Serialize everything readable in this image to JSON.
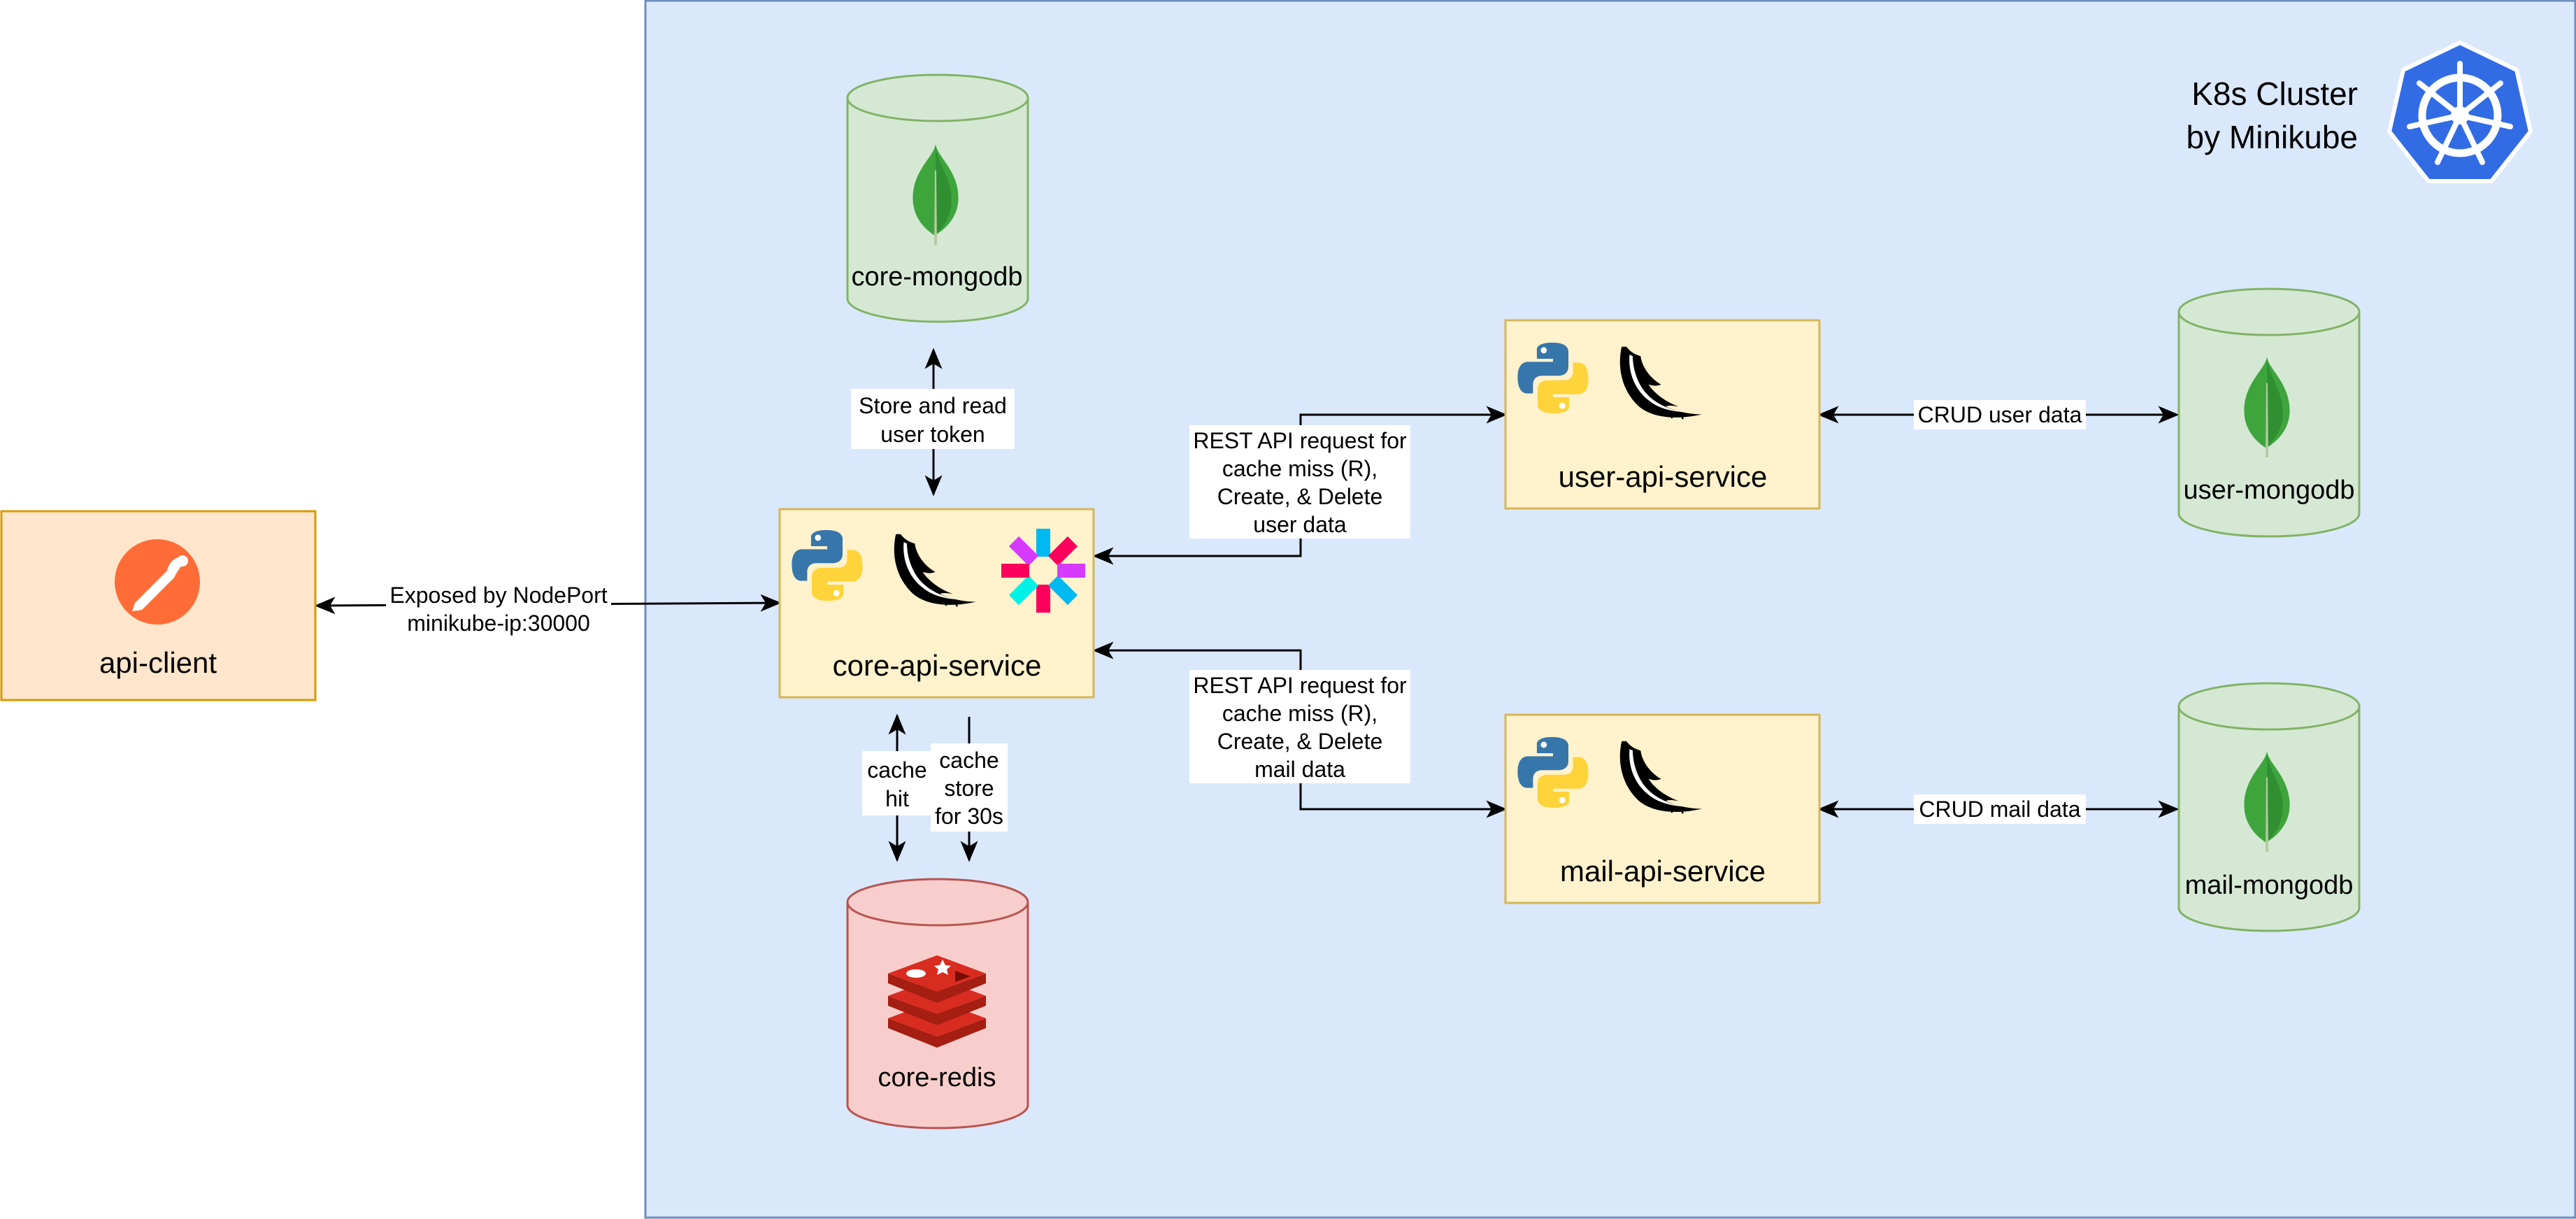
{
  "cluster": {
    "title_line1": "K8s Cluster",
    "title_line2": "by Minikube",
    "icon": "kubernetes-helm-icon"
  },
  "nodes": {
    "api_client": {
      "label": "api-client",
      "icon": "postman-icon"
    },
    "core_api_service": {
      "label": "core-api-service",
      "icons": [
        "python-icon",
        "flask-icon",
        "jwt-icon"
      ]
    },
    "user_api_service": {
      "label": "user-api-service",
      "icons": [
        "python-icon",
        "flask-icon"
      ]
    },
    "mail_api_service": {
      "label": "mail-api-service",
      "icons": [
        "python-icon",
        "flask-icon"
      ]
    },
    "core_mongodb": {
      "label": "core-mongodb",
      "icon": "mongodb-leaf-icon"
    },
    "user_mongodb": {
      "label": "user-mongodb",
      "icon": "mongodb-leaf-icon"
    },
    "mail_mongodb": {
      "label": "mail-mongodb",
      "icon": "mongodb-leaf-icon"
    },
    "core_redis": {
      "label": "core-redis",
      "icon": "redis-icon"
    }
  },
  "edges": {
    "nodeport": {
      "line1": "Exposed by NodePort",
      "line2": "minikube-ip:30000"
    },
    "token": {
      "line1": "Store and read",
      "line2": "user token"
    },
    "user_rest": {
      "line1": "REST API request for",
      "line2": "cache miss (R),",
      "line3": "Create, & Delete",
      "line4": "user data"
    },
    "mail_rest": {
      "line1": "REST API request for",
      "line2": "cache miss (R),",
      "line3": "Create, & Delete",
      "line4": "mail data"
    },
    "crud_user": {
      "line1": "CRUD user data"
    },
    "crud_mail": {
      "line1": "CRUD mail data"
    },
    "cache_hit": {
      "line1": "cache",
      "line2": "hit"
    },
    "cache_store": {
      "line1": "cache",
      "line2": "store",
      "line3": "for 30s"
    }
  },
  "colors": {
    "cluster_fill": "#dae8fc",
    "cluster_stroke": "#6c8ebf",
    "client_fill": "#ffe6cc",
    "client_stroke": "#d79b00",
    "service_fill": "#fff2cc",
    "service_stroke": "#d6b656",
    "mongo_fill": "#d5e8d4",
    "mongo_stroke": "#82b366",
    "redis_fill": "#f8cecc",
    "redis_stroke": "#b85450",
    "postman": "#ff6c37",
    "kubernetes": "#326ce5"
  }
}
